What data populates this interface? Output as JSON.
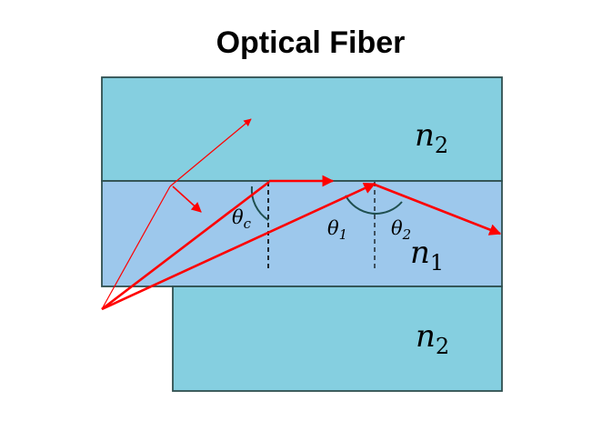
{
  "title": "Optical Fiber",
  "labels": {
    "cladding_top": {
      "base": "n",
      "sub": "2"
    },
    "core": {
      "base": "n",
      "sub": "1"
    },
    "cladding_bottom": {
      "base": "n",
      "sub": "2"
    },
    "theta_c": {
      "base": "θ",
      "sub": "c"
    },
    "theta_1": {
      "base": "θ",
      "sub": "1"
    },
    "theta_2": {
      "base": "θ",
      "sub": "2"
    }
  },
  "colors": {
    "cladding": "#85cfe0",
    "core": "#9dc8ec",
    "outline": "#2f4f4f",
    "ray": "#ff0000",
    "arc": "#1f4f4f"
  }
}
